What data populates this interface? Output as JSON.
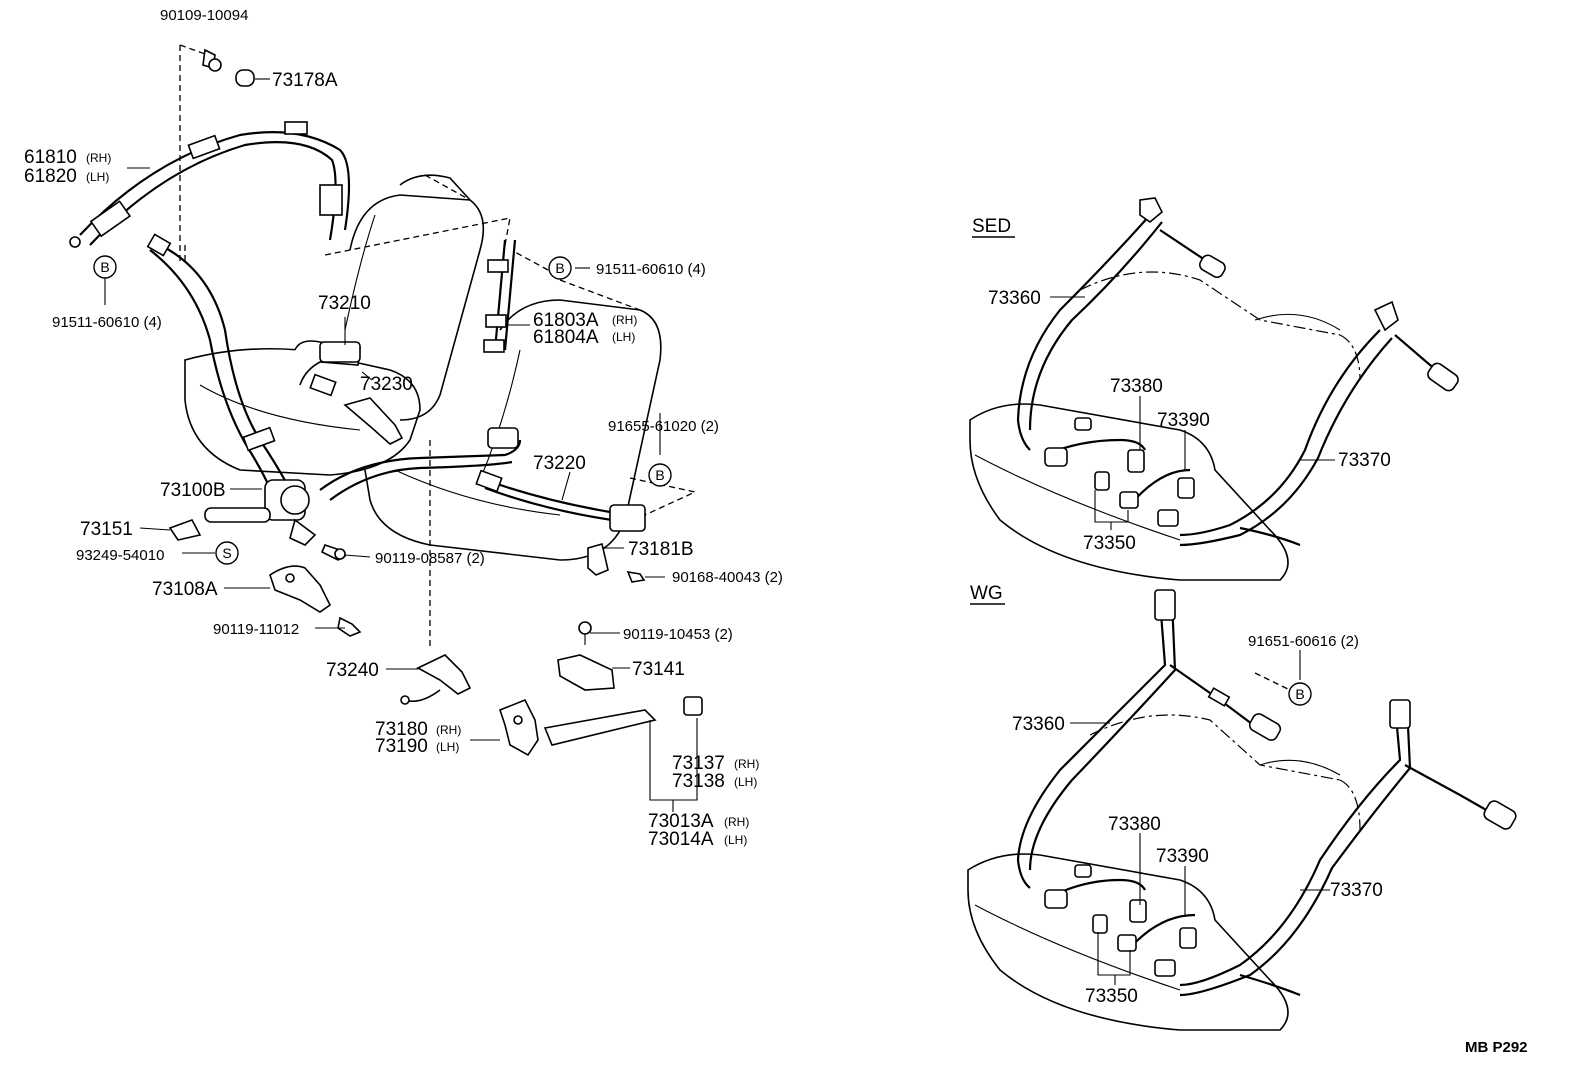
{
  "labels": {
    "p90109": "90109-10094",
    "p73178a": "73178A",
    "p61810": "61810",
    "p61820": "61820",
    "rh": "(RH)",
    "lh": "(LH)",
    "p91511_left": "91511-60610 (4)",
    "p91511_right": "91511-60610 (4)",
    "p73210": "73210",
    "p73230": "73230",
    "p61803a": "61803A",
    "p61804a": "61804A",
    "p91655": "91655-61020 (2)",
    "p73220": "73220",
    "p73100b": "73100B",
    "p73151": "73151",
    "p93249": "93249-54010",
    "p90119_08587": "90119-08587 (2)",
    "p73181b": "73181B",
    "p90168": "90168-40043 (2)",
    "p73108a": "73108A",
    "p90119_11012": "90119-11012",
    "p90119_10453": "90119-10453 (2)",
    "p73141": "73141",
    "p73240": "73240",
    "p73180": "73180",
    "p73190": "73190",
    "p73137": "73137",
    "p73138": "73138",
    "p73013a": "73013A",
    "p73014a": "73014A"
  },
  "markers": {
    "b": "B",
    "s": "S"
  },
  "sed": {
    "heading": "SED",
    "p73360": "73360",
    "p73380": "73380",
    "p73390": "73390",
    "p73370": "73370",
    "p73350": "73350"
  },
  "wg": {
    "heading": "WG",
    "p91651": "91651-60616 (2)",
    "p73360": "73360",
    "p73380": "73380",
    "p73390": "73390",
    "p73370": "73370",
    "p73350": "73350"
  },
  "footer_code": "MB P292"
}
